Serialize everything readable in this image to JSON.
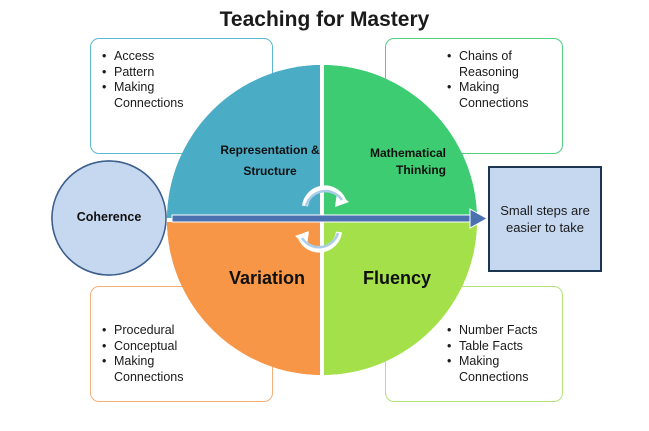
{
  "title": "Teaching for Mastery",
  "boxes": {
    "top_left": [
      "Access",
      "Pattern",
      "Making Connections"
    ],
    "top_right": [
      "Chains of Reasoning",
      "Making Connections"
    ],
    "bottom_left": [
      "Procedural",
      "Conceptual",
      "Making Connections"
    ],
    "bottom_right": [
      "Number Facts",
      "Table Facts",
      "Making Connections"
    ]
  },
  "quadrants": {
    "top_left": "Representation & Structure",
    "top_right": "Mathematical Thinking",
    "bottom_left": "Variation",
    "bottom_right": "Fluency"
  },
  "coherence": "Coherence",
  "small_steps": "Small steps are easier to take",
  "colors": {
    "representation": "#4bacc6",
    "thinking": "#3dcc72",
    "variation": "#f79646",
    "fluency": "#a4e04a",
    "coherence_fill": "#c6d8f0",
    "arrow": "#4a72b0"
  }
}
